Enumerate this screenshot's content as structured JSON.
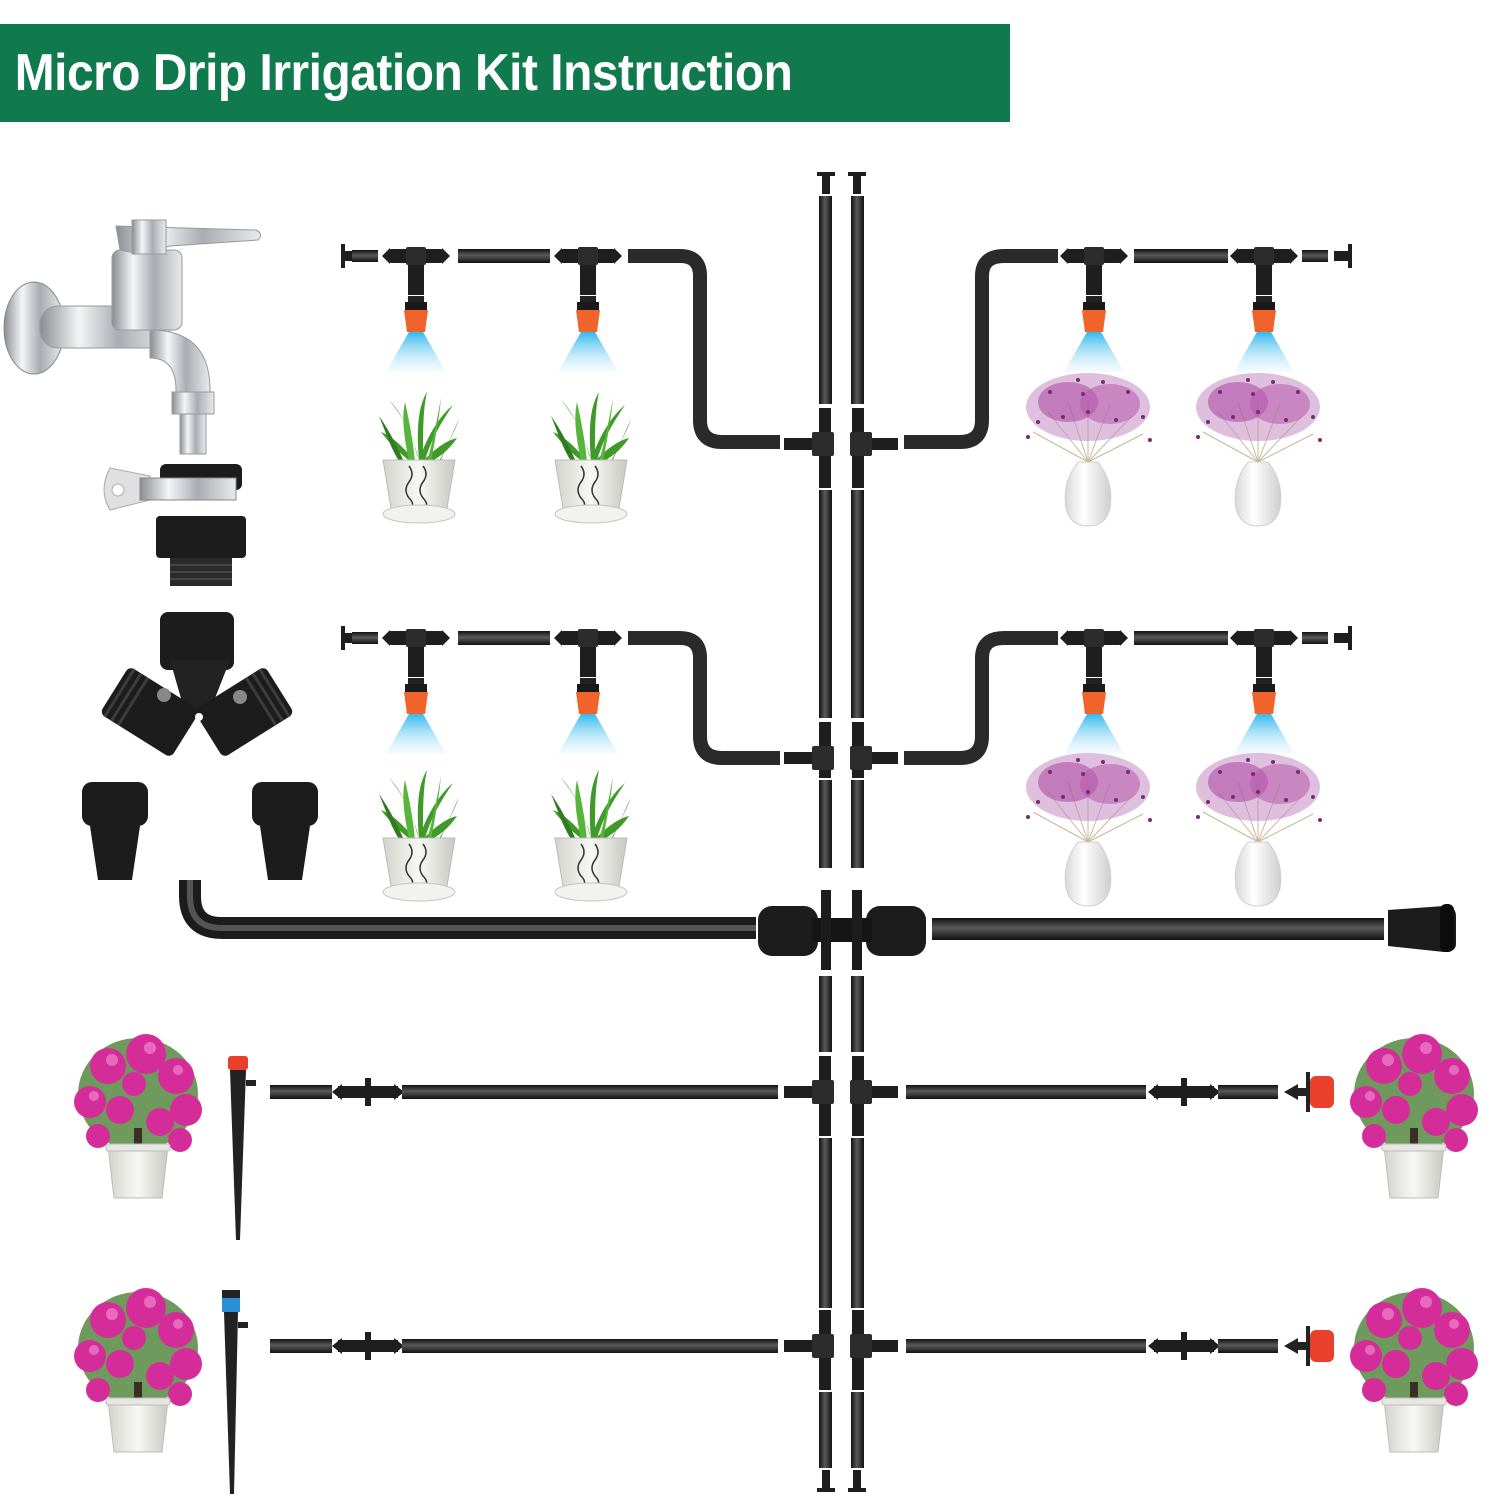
{
  "title": "Micro Drip Irrigation Kit Instruction",
  "colors": {
    "banner": "#107a4e",
    "tube": "#2b2b2b",
    "nozzle_orange": "#f0632a",
    "dripper_red": "#e8402a",
    "stake_blue": "#2a8fd8",
    "mist_blue": "#56c3f0",
    "succulent_green": "#3f9a2a",
    "gypsophila_pink": "#b54aa8",
    "bougainvillea_magenta": "#d42d9a",
    "pot_white": "#eeeeea"
  },
  "components": [
    {
      "name": "faucet",
      "icon": "faucet-icon"
    },
    {
      "name": "faucet-adapter",
      "icon": "hose-adapter-icon"
    },
    {
      "name": "y-splitter",
      "icon": "y-splitter-icon"
    },
    {
      "name": "quick-connector",
      "icon": "quick-connector-icon"
    },
    {
      "name": "main-tube",
      "icon": "tube-icon"
    },
    {
      "name": "four-way-connector",
      "icon": "four-way-connector-icon"
    },
    {
      "name": "end-plug",
      "icon": "end-plug-icon"
    },
    {
      "name": "tee-connector",
      "icon": "tee-icon"
    },
    {
      "name": "misting-nozzle",
      "icon": "nozzle-icon"
    },
    {
      "name": "drip-stake",
      "icon": "stake-icon"
    },
    {
      "name": "adjustable-dripper",
      "icon": "dripper-icon"
    },
    {
      "name": "straight-connector",
      "icon": "coupler-icon"
    },
    {
      "name": "goof-plug",
      "icon": "goof-plug-icon"
    }
  ],
  "branches": [
    {
      "row": "mist-top-left",
      "plants": [
        "succulent",
        "succulent"
      ]
    },
    {
      "row": "mist-top-right",
      "plants": [
        "gypsophila",
        "gypsophila"
      ]
    },
    {
      "row": "mist-mid-left",
      "plants": [
        "succulent",
        "succulent"
      ]
    },
    {
      "row": "mist-mid-right",
      "plants": [
        "gypsophila",
        "gypsophila"
      ]
    },
    {
      "row": "drip-upper-left",
      "emitter": "red-stake",
      "plant": "bougainvillea"
    },
    {
      "row": "drip-upper-right",
      "emitter": "red-dripper",
      "plant": "bougainvillea"
    },
    {
      "row": "drip-lower-left",
      "emitter": "blue-stake",
      "plant": "bougainvillea"
    },
    {
      "row": "drip-lower-right",
      "emitter": "red-dripper",
      "plant": "bougainvillea"
    }
  ]
}
